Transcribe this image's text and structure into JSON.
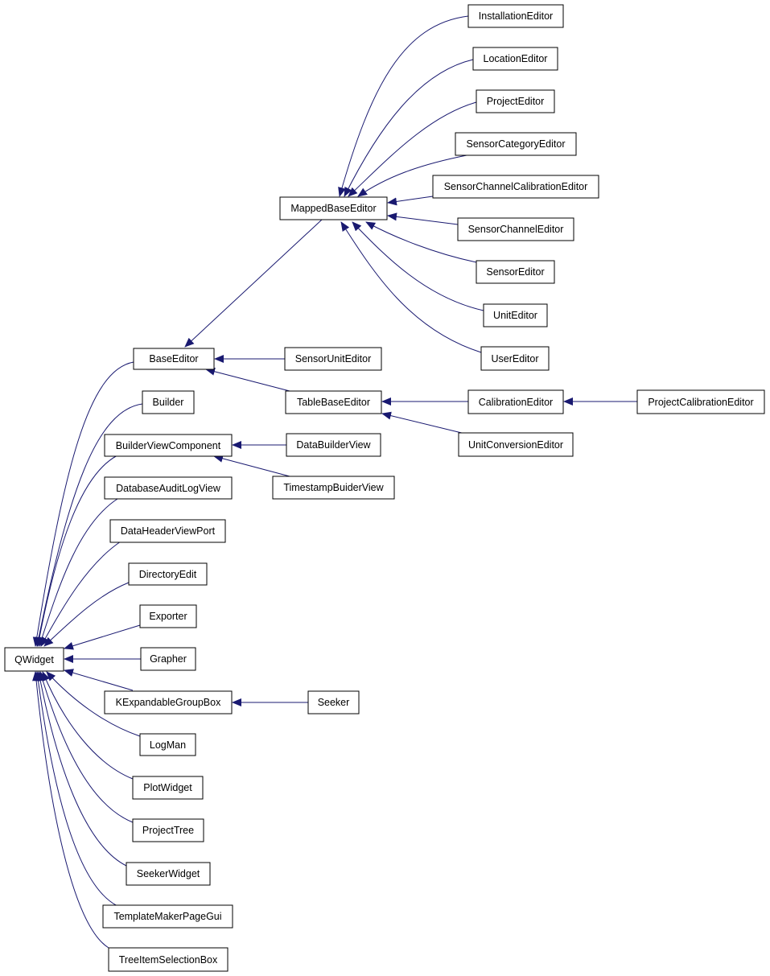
{
  "diagram": {
    "type": "class-inheritance-graph",
    "colors": {
      "edge": "#191970",
      "arrowhead": "#191970",
      "box_stroke": "#000000",
      "box_fill": "#ffffff",
      "text": "#000000"
    },
    "nodes": {
      "QWidget": "QWidget",
      "BaseEditor": "BaseEditor",
      "Builder": "Builder",
      "BuilderViewComponent": "BuilderViewComponent",
      "DatabaseAuditLogView": "DatabaseAuditLogView",
      "DataHeaderViewPort": "DataHeaderViewPort",
      "DirectoryEdit": "DirectoryEdit",
      "Exporter": "Exporter",
      "Grapher": "Grapher",
      "KExpandableGroupBox": "KExpandableGroupBox",
      "LogMan": "LogMan",
      "PlotWidget": "PlotWidget",
      "ProjectTree": "ProjectTree",
      "SeekerWidget": "SeekerWidget",
      "TemplateMakerPageGui": "TemplateMakerPageGui",
      "TreeItemSelectionBox": "TreeItemSelectionBox",
      "MappedBaseEditor": "MappedBaseEditor",
      "SensorUnitEditor": "SensorUnitEditor",
      "TableBaseEditor": "TableBaseEditor",
      "DataBuilderView": "DataBuilderView",
      "TimestampBuiderView": "TimestampBuiderView",
      "Seeker": "Seeker",
      "InstallationEditor": "InstallationEditor",
      "LocationEditor": "LocationEditor",
      "ProjectEditor": "ProjectEditor",
      "SensorCategoryEditor": "SensorCategoryEditor",
      "SensorChannelCalibrationEditor": "SensorChannelCalibrationEditor",
      "SensorChannelEditor": "SensorChannelEditor",
      "SensorEditor": "SensorEditor",
      "UnitEditor": "UnitEditor",
      "UserEditor": "UserEditor",
      "CalibrationEditor": "CalibrationEditor",
      "UnitConversionEditor": "UnitConversionEditor",
      "ProjectCalibrationEditor": "ProjectCalibrationEditor"
    },
    "edges": [
      {
        "parent": "QWidget",
        "child": "BaseEditor"
      },
      {
        "parent": "QWidget",
        "child": "Builder"
      },
      {
        "parent": "QWidget",
        "child": "BuilderViewComponent"
      },
      {
        "parent": "QWidget",
        "child": "DatabaseAuditLogView"
      },
      {
        "parent": "QWidget",
        "child": "DataHeaderViewPort"
      },
      {
        "parent": "QWidget",
        "child": "DirectoryEdit"
      },
      {
        "parent": "QWidget",
        "child": "Exporter"
      },
      {
        "parent": "QWidget",
        "child": "Grapher"
      },
      {
        "parent": "QWidget",
        "child": "KExpandableGroupBox"
      },
      {
        "parent": "QWidget",
        "child": "LogMan"
      },
      {
        "parent": "QWidget",
        "child": "PlotWidget"
      },
      {
        "parent": "QWidget",
        "child": "ProjectTree"
      },
      {
        "parent": "QWidget",
        "child": "SeekerWidget"
      },
      {
        "parent": "QWidget",
        "child": "TemplateMakerPageGui"
      },
      {
        "parent": "QWidget",
        "child": "TreeItemSelectionBox"
      },
      {
        "parent": "BaseEditor",
        "child": "MappedBaseEditor"
      },
      {
        "parent": "BaseEditor",
        "child": "SensorUnitEditor"
      },
      {
        "parent": "BaseEditor",
        "child": "TableBaseEditor"
      },
      {
        "parent": "BuilderViewComponent",
        "child": "DataBuilderView"
      },
      {
        "parent": "BuilderViewComponent",
        "child": "TimestampBuiderView"
      },
      {
        "parent": "KExpandableGroupBox",
        "child": "Seeker"
      },
      {
        "parent": "MappedBaseEditor",
        "child": "InstallationEditor"
      },
      {
        "parent": "MappedBaseEditor",
        "child": "LocationEditor"
      },
      {
        "parent": "MappedBaseEditor",
        "child": "ProjectEditor"
      },
      {
        "parent": "MappedBaseEditor",
        "child": "SensorCategoryEditor"
      },
      {
        "parent": "MappedBaseEditor",
        "child": "SensorChannelCalibrationEditor"
      },
      {
        "parent": "MappedBaseEditor",
        "child": "SensorChannelEditor"
      },
      {
        "parent": "MappedBaseEditor",
        "child": "SensorEditor"
      },
      {
        "parent": "MappedBaseEditor",
        "child": "UnitEditor"
      },
      {
        "parent": "MappedBaseEditor",
        "child": "UserEditor"
      },
      {
        "parent": "TableBaseEditor",
        "child": "CalibrationEditor"
      },
      {
        "parent": "TableBaseEditor",
        "child": "UnitConversionEditor"
      },
      {
        "parent": "CalibrationEditor",
        "child": "ProjectCalibrationEditor"
      }
    ]
  }
}
